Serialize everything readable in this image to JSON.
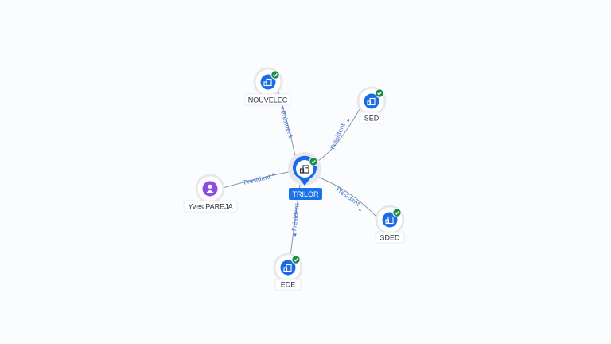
{
  "colors": {
    "company": "#1a6be8",
    "person": "#8b4fe0",
    "verified": "#1f8a4c",
    "edge_label": "#3b6fd6"
  },
  "center": {
    "label": "TRILOR",
    "icon": "building-icon",
    "verified": true
  },
  "nodes": [
    {
      "id": "nouvelec",
      "label": "NOUVELEC",
      "type": "company",
      "icon": "building-icon",
      "verified": true,
      "relation": "Président"
    },
    {
      "id": "sed",
      "label": "SED",
      "type": "company",
      "icon": "building-icon",
      "verified": true,
      "relation": "Président"
    },
    {
      "id": "yves",
      "label": "Yves PAREJA",
      "type": "person",
      "icon": "person-icon",
      "verified": false,
      "relation": "Président"
    },
    {
      "id": "sded",
      "label": "SDED",
      "type": "company",
      "icon": "building-icon",
      "verified": true,
      "relation": "Président"
    },
    {
      "id": "ede",
      "label": "EDE",
      "type": "company",
      "icon": "building-icon",
      "verified": true,
      "relation": "Président"
    }
  ]
}
